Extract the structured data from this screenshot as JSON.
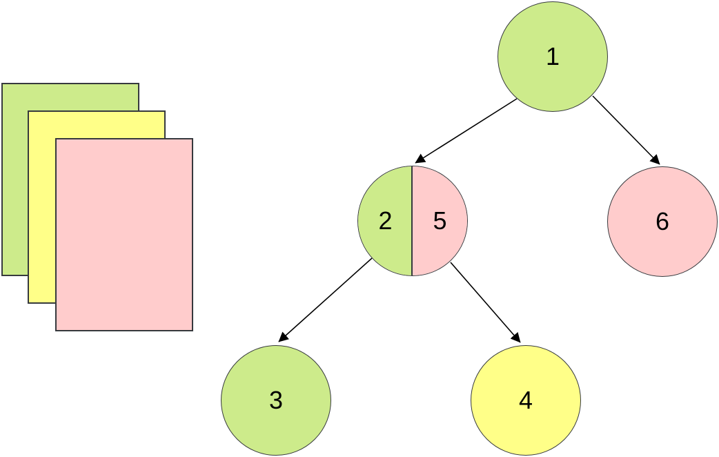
{
  "colors": {
    "green": "#cdeb8b",
    "yellow": "#ffff88",
    "pink": "#ffcccc",
    "shape_stroke": "#36393d",
    "arrow": "#000000",
    "label": "#000000",
    "background": "#ffffff"
  },
  "stack": {
    "sheets": [
      {
        "name": "back-sheet",
        "fill": "#cdeb8b"
      },
      {
        "name": "middle-sheet",
        "fill": "#ffff88"
      },
      {
        "name": "front-sheet",
        "fill": "#ffcccc"
      }
    ]
  },
  "tree": {
    "nodes": [
      {
        "id": "1",
        "label": "1",
        "fill": "#cdeb8b"
      },
      {
        "id": "2-5",
        "left_label": "2",
        "right_label": "5",
        "left_fill": "#cdeb8b",
        "right_fill": "#ffcccc"
      },
      {
        "id": "6",
        "label": "6",
        "fill": "#ffcccc"
      },
      {
        "id": "3",
        "label": "3",
        "fill": "#cdeb8b"
      },
      {
        "id": "4",
        "label": "4",
        "fill": "#ffff88"
      }
    ],
    "edges": [
      {
        "from": "1",
        "to": "2-5"
      },
      {
        "from": "1",
        "to": "6"
      },
      {
        "from": "2-5",
        "to": "3"
      },
      {
        "from": "2-5",
        "to": "4"
      }
    ]
  }
}
